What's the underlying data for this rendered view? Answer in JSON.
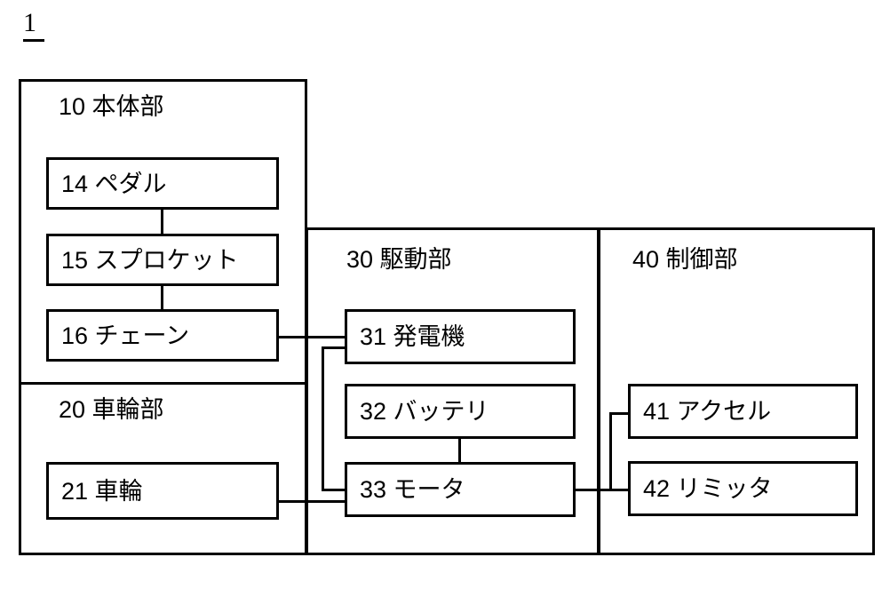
{
  "figure": {
    "label": "1"
  },
  "containers": [
    {
      "id": "body-unit",
      "title": "10  本体部"
    },
    {
      "id": "wheel-unit",
      "title": "20  車輪部"
    },
    {
      "id": "drive-unit",
      "title": "30  駆動部"
    },
    {
      "id": "control-unit",
      "title": "40  制御部"
    }
  ],
  "components": [
    {
      "id": "pedal",
      "label": "14  ペダル"
    },
    {
      "id": "sprocket",
      "label": "15  スプロケット"
    },
    {
      "id": "chain",
      "label": "16  チェーン"
    },
    {
      "id": "wheel",
      "label": "21  車輪"
    },
    {
      "id": "generator",
      "label": "31  発電機"
    },
    {
      "id": "battery",
      "label": "32  バッテリ"
    },
    {
      "id": "motor",
      "label": "33  モータ"
    },
    {
      "id": "accel",
      "label": "41  アクセル"
    },
    {
      "id": "limiter",
      "label": "42  リミッタ"
    }
  ],
  "colors": {
    "stroke": "#000000",
    "background": "#ffffff"
  }
}
